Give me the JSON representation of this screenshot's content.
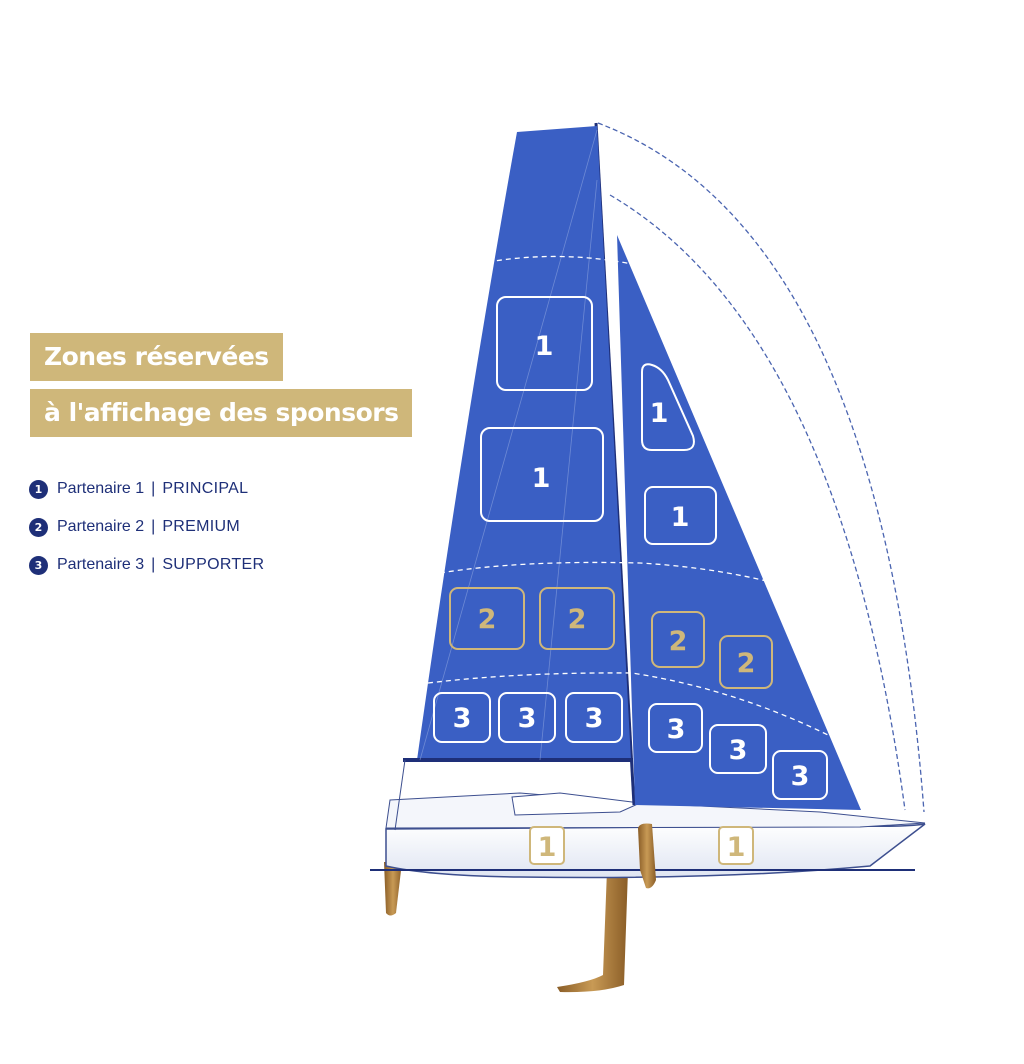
{
  "title": {
    "line1": "Zones réservées",
    "line2": "à l'affichage des sponsors"
  },
  "legend": [
    {
      "number": "1",
      "label": "Partenaire 1",
      "separator": "|",
      "tier": "PRINCIPAL"
    },
    {
      "number": "2",
      "label": "Partenaire 2",
      "separator": "|",
      "tier": "PREMIUM"
    },
    {
      "number": "3",
      "label": "Partenaire 3",
      "separator": "|",
      "tier": "SUPPORTER"
    }
  ],
  "zones": {
    "main_1a": "1",
    "main_1b": "1",
    "main_2a": "2",
    "main_2b": "2",
    "main_3a": "3",
    "main_3b": "3",
    "main_3c": "3",
    "jib_1a": "1",
    "jib_1b": "1",
    "jib_2a": "2",
    "jib_2b": "2",
    "jib_3a": "3",
    "jib_3b": "3",
    "jib_3c": "3",
    "hull_1a": "1",
    "hull_1b": "1"
  },
  "colors": {
    "sail_blue": "#3a5fc4",
    "navy": "#1e2f78",
    "gold": "#cfb77a",
    "foil_bronze": "#a97b3c"
  }
}
